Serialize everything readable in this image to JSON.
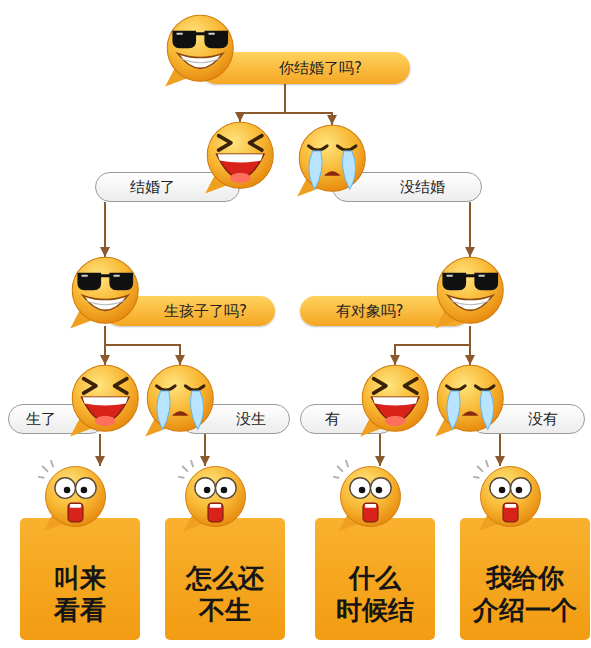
{
  "diagram": {
    "nodes": [
      {
        "text": [
          "你结婚了吗?"
        ]
      },
      {
        "text": [
          "结婚了"
        ]
      },
      {
        "text": [
          "没结婚"
        ]
      },
      {
        "text": [
          "生孩子了吗?"
        ]
      },
      {
        "text": [
          "有对象吗?"
        ]
      },
      {
        "text": [
          "生了"
        ]
      },
      {
        "text": [
          "没生"
        ]
      },
      {
        "text": [
          "有"
        ]
      },
      {
        "text": [
          "没有"
        ]
      },
      {
        "text": [
          "叫来 看看"
        ]
      },
      {
        "text": [
          "怎么还 不生"
        ]
      },
      {
        "text": [
          "什么 时候结"
        ]
      },
      {
        "text": [
          "我给你 介绍一个"
        ]
      }
    ],
    "edges": [
      {
        "from": 0,
        "to": 1,
        "arrow": "to"
      },
      {
        "from": 0,
        "to": 2,
        "arrow": "to"
      },
      {
        "from": 1,
        "to": 3,
        "arrow": "to"
      },
      {
        "from": 2,
        "to": 4,
        "arrow": "to"
      },
      {
        "from": 3,
        "to": 5,
        "arrow": "to"
      },
      {
        "from": 3,
        "to": 6,
        "arrow": "to"
      },
      {
        "from": 4,
        "to": 7,
        "arrow": "to"
      },
      {
        "from": 4,
        "to": 8,
        "arrow": "to"
      },
      {
        "from": 5,
        "to": 9,
        "arrow": "to"
      },
      {
        "from": 6,
        "to": 10,
        "arrow": "to"
      },
      {
        "from": 7,
        "to": 11,
        "arrow": "to"
      },
      {
        "from": 8,
        "to": 12,
        "arrow": "to"
      }
    ]
  }
}
